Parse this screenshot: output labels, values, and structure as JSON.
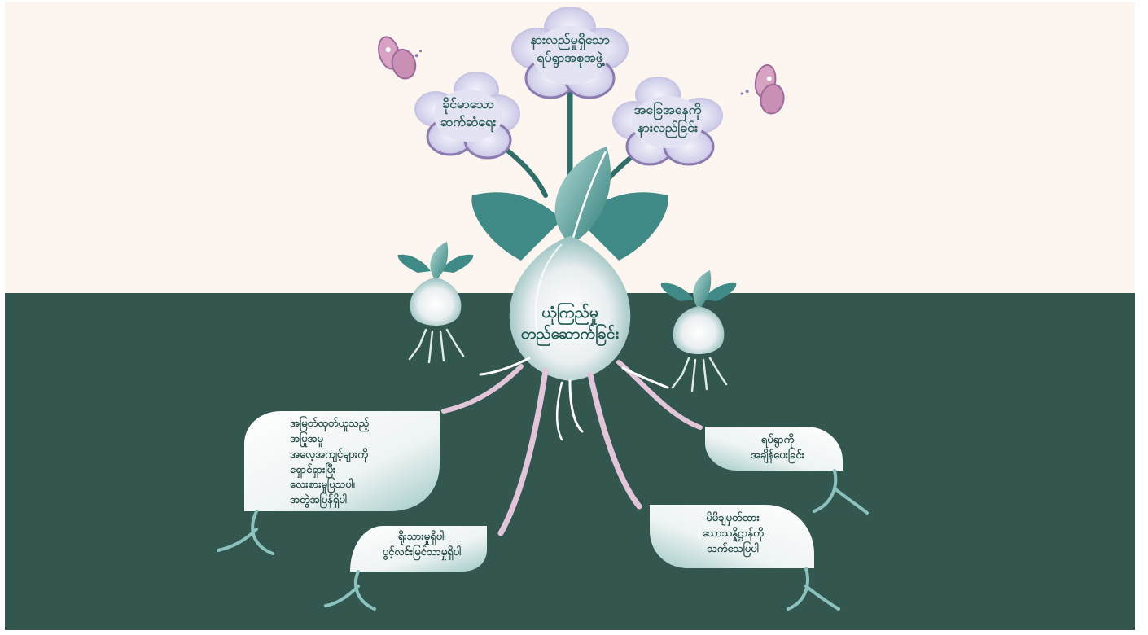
{
  "center": {
    "line1": "ယုံကြည်မှု",
    "line2": "တည်ဆောက်ခြင်း"
  },
  "flowers": [
    {
      "id": "top",
      "line1": "နားလည်မှုရှိသော",
      "line2": "ရပ်ရွာအစုအဖွဲ့"
    },
    {
      "id": "left",
      "line1": "ခိုင်မာသော",
      "line2": "ဆက်ဆံရေး"
    },
    {
      "id": "right",
      "line1": "အခြေအနေကို",
      "line2": "နားလည်ခြင်း"
    }
  ],
  "leaves": [
    {
      "id": "big-left",
      "lines": [
        "အမြတ်ထုတ်ယူသည့်",
        "အပြုအမူ",
        "အလေ့အကျင့်များကို",
        "ရှောင်ရှားပြီး",
        "လေးစားမှုပြသပါ၊",
        "အတွဲအပြန်ရှိပါ"
      ]
    },
    {
      "id": "bottom-left",
      "lines": [
        "ရိုးသားမှုရှိပါ၊",
        "ပွင့်လင်းမြင်သာမှုရှိပါ"
      ]
    },
    {
      "id": "right-top",
      "lines": [
        "ရပ်ရွာကို",
        "အချိန်ပေးခြင်း"
      ]
    },
    {
      "id": "bottom-right",
      "lines": [
        "မိမိချမှတ်ထား",
        "သောသန္နိဋ္ဌာန်ကို",
        "သက်သေပြပါ"
      ]
    }
  ],
  "colors": {
    "sky": "#fdf5f0",
    "ground": "#33564f",
    "teal": "#3f8a86",
    "teal_light": "#7cc0bc",
    "stem": "#2f6e69",
    "petal": "#d4d2ea",
    "petal_dark": "#8b7bb0",
    "root_pink": "#e3c5da",
    "butterfly": "#c98fb5",
    "text": "#2d5f5a"
  }
}
